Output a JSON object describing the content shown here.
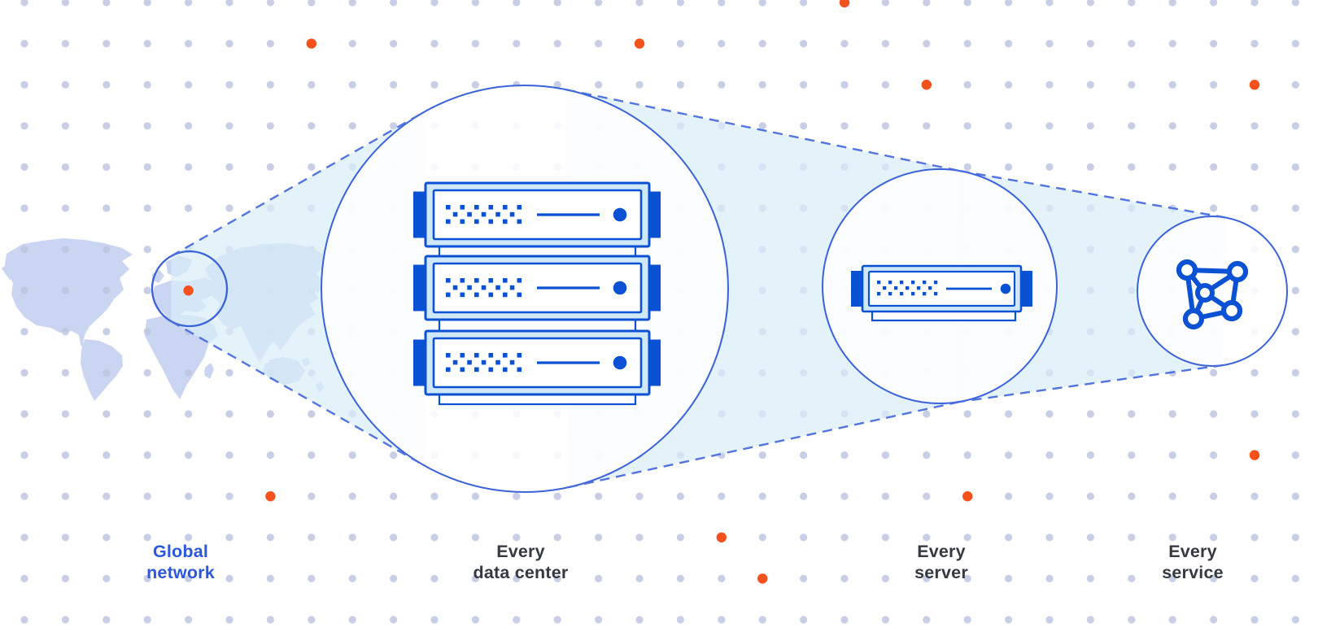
{
  "diagram": {
    "name": "global-network-zoom-diagram",
    "stages": [
      {
        "id": "global-network",
        "label": "Global\nnetwork",
        "emphasis": "blue",
        "icon": "world-map-region-circle"
      },
      {
        "id": "every-data-center",
        "label": "Every\ndata center",
        "emphasis": "dark",
        "icon": "server-rack-stack"
      },
      {
        "id": "every-server",
        "label": "Every\nserver",
        "emphasis": "dark",
        "icon": "single-server"
      },
      {
        "id": "every-service",
        "label": "Every\nservice",
        "emphasis": "dark",
        "icon": "network-mesh-icon"
      }
    ],
    "grid": {
      "orange_cells": [
        [
          20,
          0
        ],
        [
          7,
          1
        ],
        [
          15,
          1
        ],
        [
          22,
          2
        ],
        [
          30,
          2
        ],
        [
          4,
          7
        ],
        [
          30,
          11
        ],
        [
          6,
          12
        ],
        [
          23,
          12
        ],
        [
          17,
          13
        ],
        [
          18,
          14
        ]
      ]
    },
    "colors": {
      "accent_blue": "#2b57de",
      "dark_blue": "#0b51d4",
      "circle_stroke": "#3a62d9",
      "dash_blue": "#4a6de0",
      "beam_cyan": "#d9edf8",
      "server_body": "#cfe9f8",
      "map_fill": "#c9d5f1",
      "grid_dot": "#bdc6e0",
      "orange": "#f4511c",
      "text_dark": "#343942"
    }
  },
  "stages": [
    {
      "label": "Global\nnetwork"
    },
    {
      "label": "Every\ndata center"
    },
    {
      "label": "Every\nserver"
    },
    {
      "label": "Every\nservice"
    }
  ]
}
